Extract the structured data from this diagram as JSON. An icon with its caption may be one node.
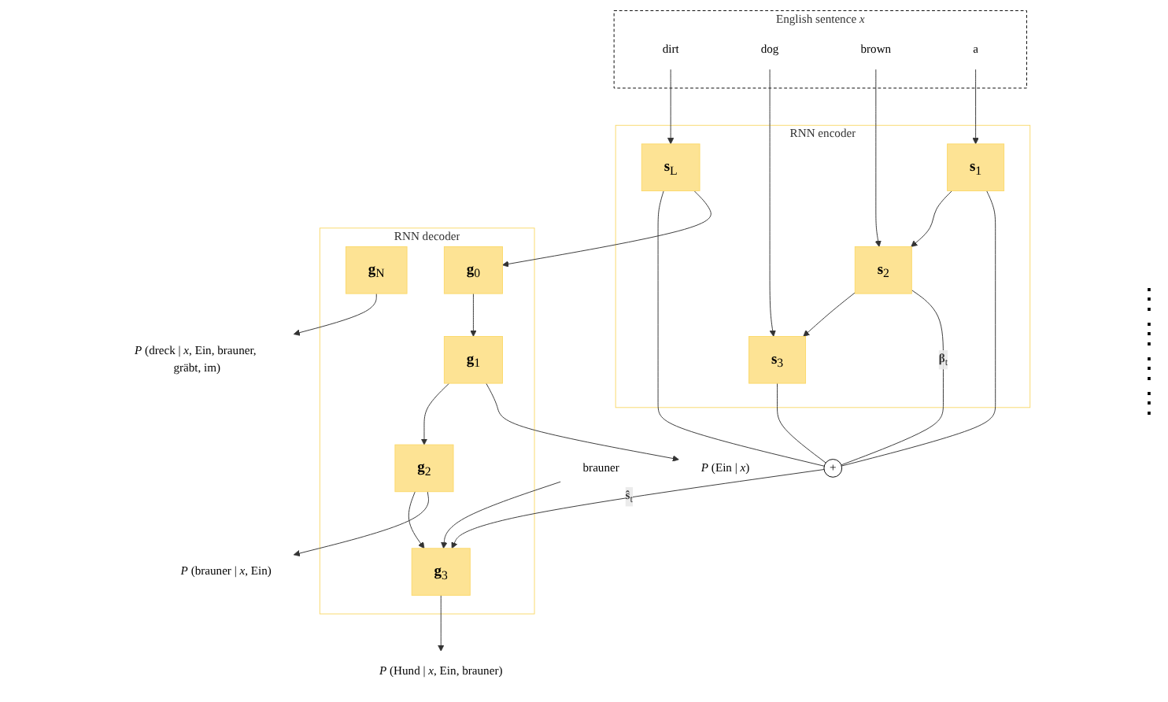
{
  "diagram": {
    "nodes": [
      {
        "text": [
          "English sentence *x*"
        ]
      },
      {
        "text": [
          "dirt"
        ],
        "in": 0
      },
      {
        "text": [
          "dog"
        ],
        "in": 0
      },
      {
        "text": [
          "brown"
        ],
        "in": 0
      },
      {
        "text": [
          "a"
        ],
        "in": 0
      },
      {
        "text": [
          "RNN encoder"
        ]
      },
      {
        "text": [
          "**s**$_{L}$"
        ],
        "in": 5
      },
      {
        "text": [
          "**s**$_{3}$"
        ],
        "in": 5
      },
      {
        "text": [
          "**s**$_{2}$"
        ],
        "in": 5
      },
      {
        "text": [
          "**s**$_{1}$"
        ],
        "in": 5
      },
      {
        "text": [
          "+"
        ]
      },
      {
        "text": [
          "RNN decoder"
        ]
      },
      {
        "text": [
          "**g**$_{0}$"
        ],
        "in": 11
      },
      {
        "text": [
          "**g**$_{1}$"
        ],
        "in": 11
      },
      {
        "text": [
          "**g**$_{2}$"
        ],
        "in": 11
      },
      {
        "text": [
          "**g**$_{3}$"
        ],
        "in": 11
      },
      {
        "text": [
          "**g**$_{N}$"
        ],
        "in": 11
      },
      {
        "text": [
          "brauner"
        ]
      },
      {
        "text": [
          "*P* (Ein | *x*)"
        ]
      },
      {
        "text": [
          "*P* (brauner | *x*, Ein)"
        ]
      },
      {
        "text": [
          "*P* (Hund | *x*, Ein, brauner)"
        ]
      },
      {
        "text": [
          "*P* (dreck | *x*, Ein, brauner, gräbt, im)"
        ]
      }
    ],
    "edges": [
      {
        "from": 1,
        "to": 6,
        "arrow": "to"
      },
      {
        "from": 2,
        "to": 7,
        "arrow": "to"
      },
      {
        "from": 3,
        "to": 8,
        "arrow": "to"
      },
      {
        "from": 4,
        "to": 9,
        "arrow": "to"
      },
      {
        "from": 9,
        "to": 8,
        "arrow": "to"
      },
      {
        "from": 8,
        "to": 7,
        "arrow": "to"
      },
      {
        "from": 6,
        "to": 10,
        "arrow": "none"
      },
      {
        "from": 7,
        "to": 10,
        "arrow": "none"
      },
      {
        "from": 8,
        "to": 10,
        "arrow": "none",
        "label": "**β**$_{t}$"
      },
      {
        "from": 9,
        "to": 10,
        "arrow": "none"
      },
      {
        "from": 6,
        "to": 12,
        "arrow": "to"
      },
      {
        "from": 10,
        "to": 15,
        "arrow": "to",
        "label": "**ŝ**$_{t}$"
      },
      {
        "from": 17,
        "to": 15,
        "arrow": "to"
      },
      {
        "from": 12,
        "to": 13,
        "arrow": "to"
      },
      {
        "from": 13,
        "to": 14,
        "arrow": "to"
      },
      {
        "from": 14,
        "to": 15,
        "arrow": "to"
      },
      {
        "from": 13,
        "to": 18,
        "arrow": "to"
      },
      {
        "from": 14,
        "to": 19,
        "arrow": "to"
      },
      {
        "from": 15,
        "to": 20,
        "arrow": "to"
      },
      {
        "from": 16,
        "to": 21,
        "arrow": "to"
      }
    ],
    "labels": [
      "⋮",
      "⋮",
      "⋮",
      "⋮"
    ]
  }
}
